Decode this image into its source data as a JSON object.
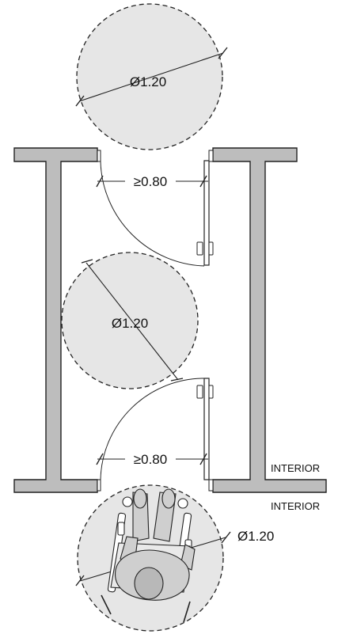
{
  "labels": {
    "turning_circle_top": "Ø1.20",
    "turning_circle_middle": "Ø1.20",
    "turning_circle_bottom": "Ø1.20",
    "door_width_top": "≥0.80",
    "door_width_bottom": "≥0.80",
    "interior_upper": "INTERIOR",
    "interior_lower": "INTERIOR"
  },
  "colors": {
    "wall_fill": "#bdbdbd",
    "circle_fill": "#e6e6e6",
    "stroke": "#222222",
    "figure_fill": "#cfcfcf"
  },
  "icons": {
    "wheelchair": "wheelchair-user-icon",
    "door_handle": "door-handle-icon"
  }
}
